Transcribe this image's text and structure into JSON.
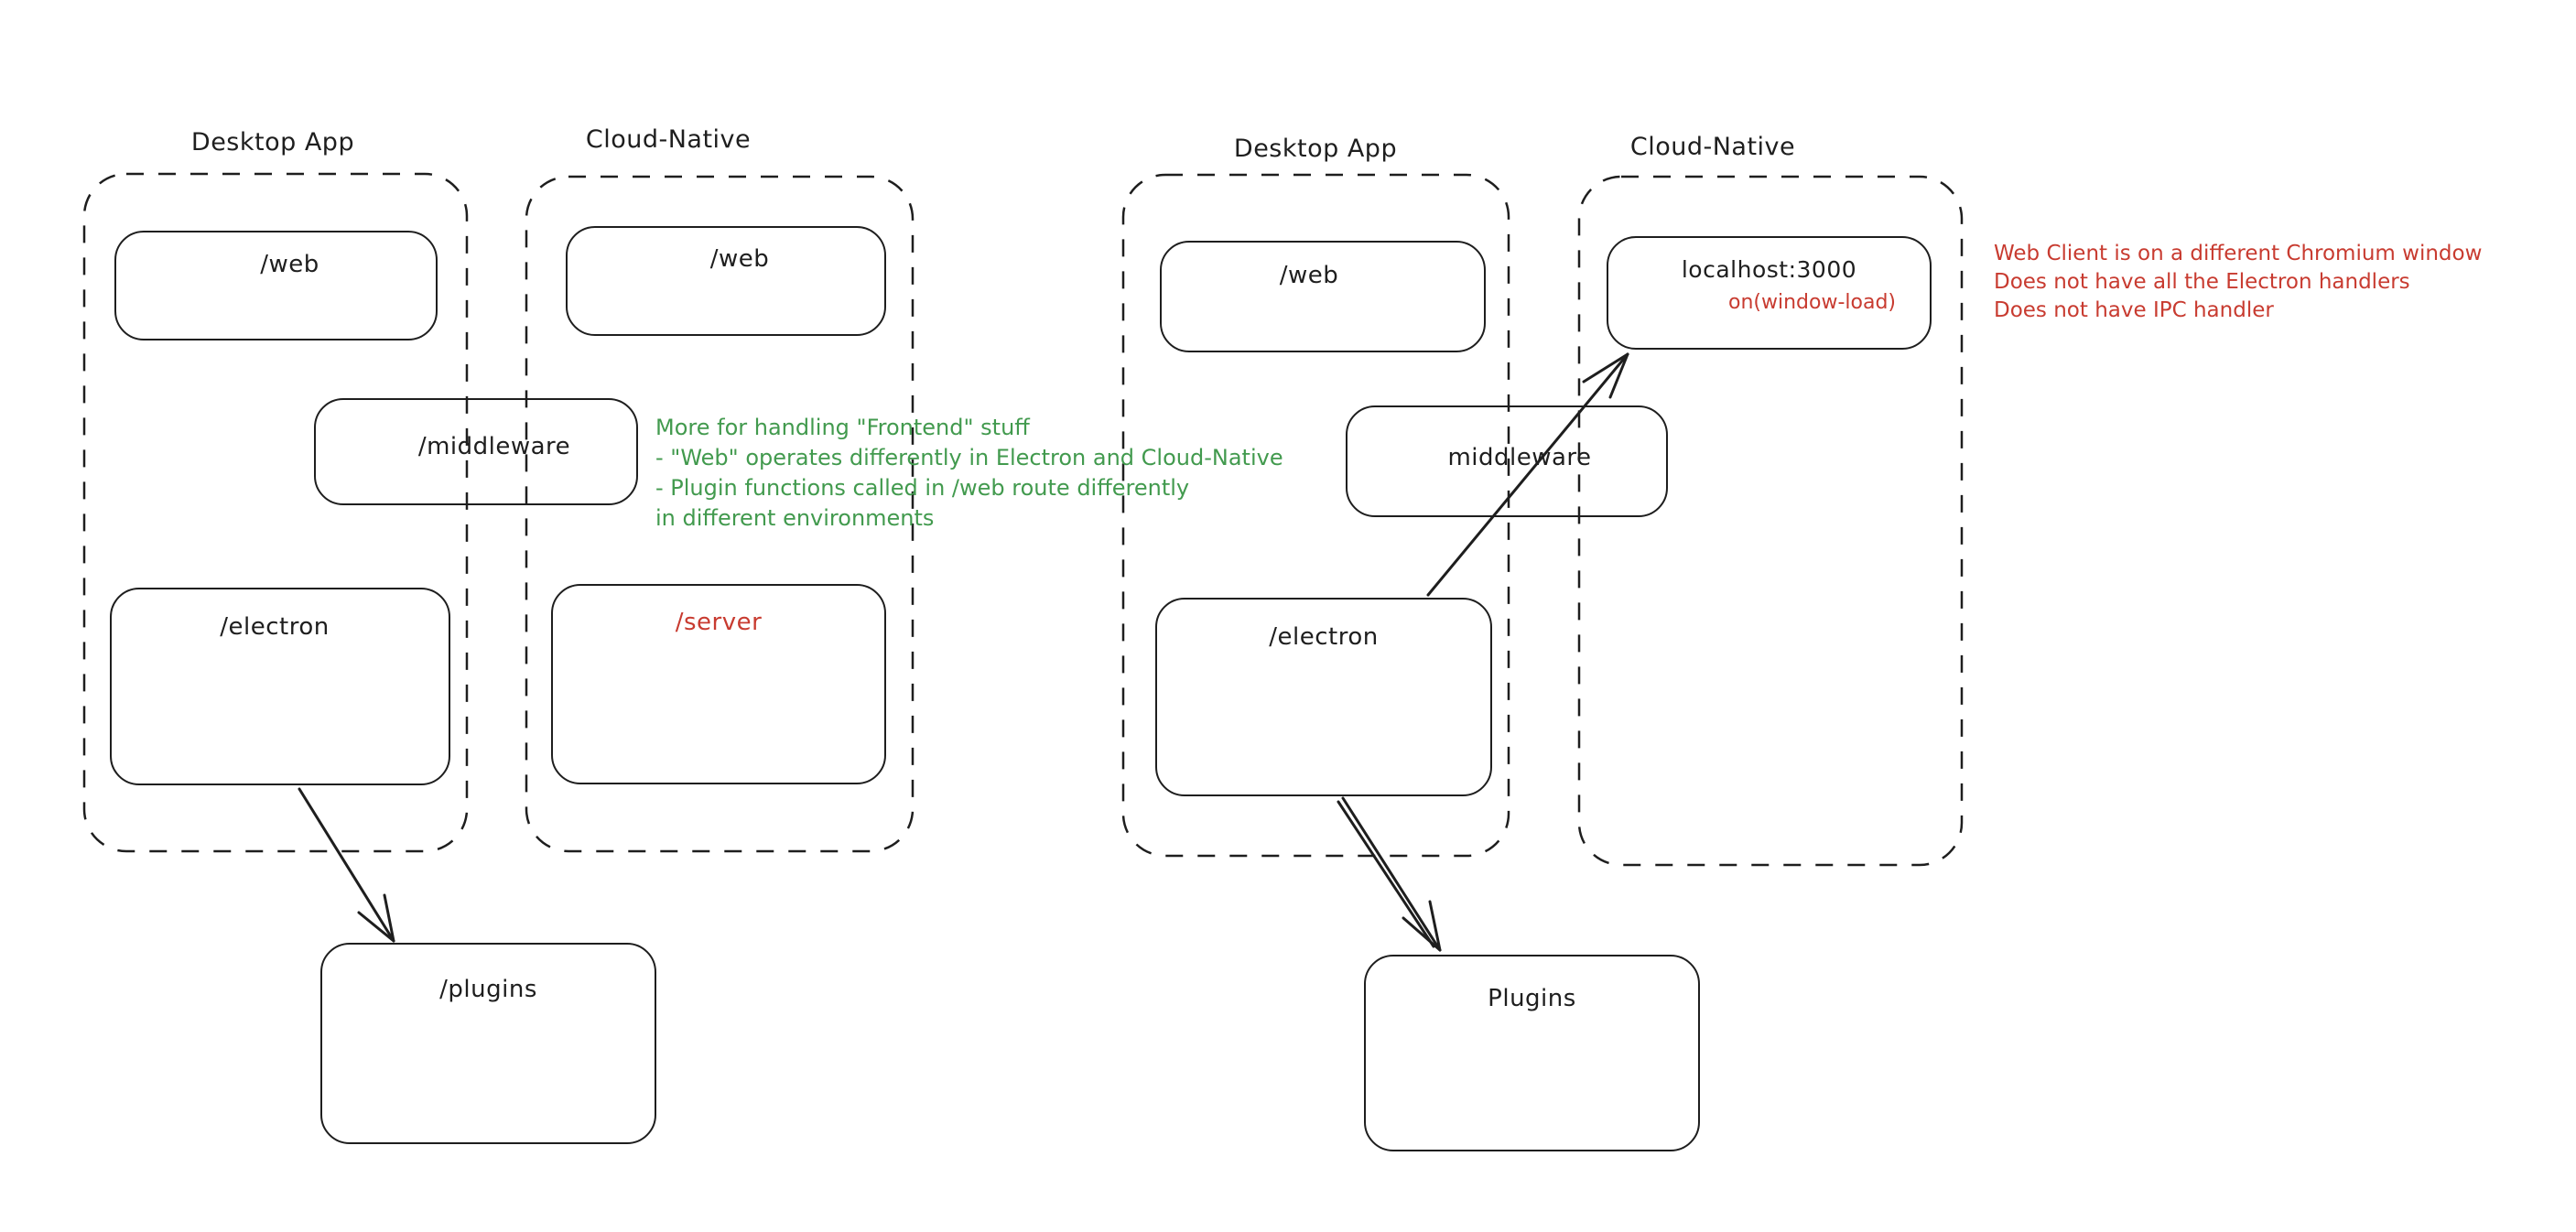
{
  "colors": {
    "ink": "#1e1e1e",
    "red": "#c83b30",
    "green": "#429a4e"
  },
  "left": {
    "desktop": {
      "title": "Desktop App",
      "web": "/web",
      "middleware": "/middleware",
      "electron": "/electron"
    },
    "cloud": {
      "title": "Cloud-Native",
      "web": "/web",
      "server": "/server"
    },
    "plugins": "/plugins",
    "note": {
      "lines": [
        "More for handling \"Frontend\" stuff",
        "- \"Web\" operates differently in Electron and Cloud-Native",
        "- Plugin functions called in /web route differently",
        "in different environments"
      ]
    }
  },
  "right": {
    "desktop": {
      "title": "Desktop App",
      "web": "/web",
      "middleware": "middleware",
      "electron": "/electron"
    },
    "cloud": {
      "title": "Cloud-Native",
      "localhost": "localhost:3000",
      "handler": "on(window-load)"
    },
    "plugins": "Plugins",
    "note": {
      "lines": [
        "Web Client is on a different Chromium window",
        "Does not have all the Electron handlers",
        "Does not have IPC handler"
      ]
    }
  }
}
